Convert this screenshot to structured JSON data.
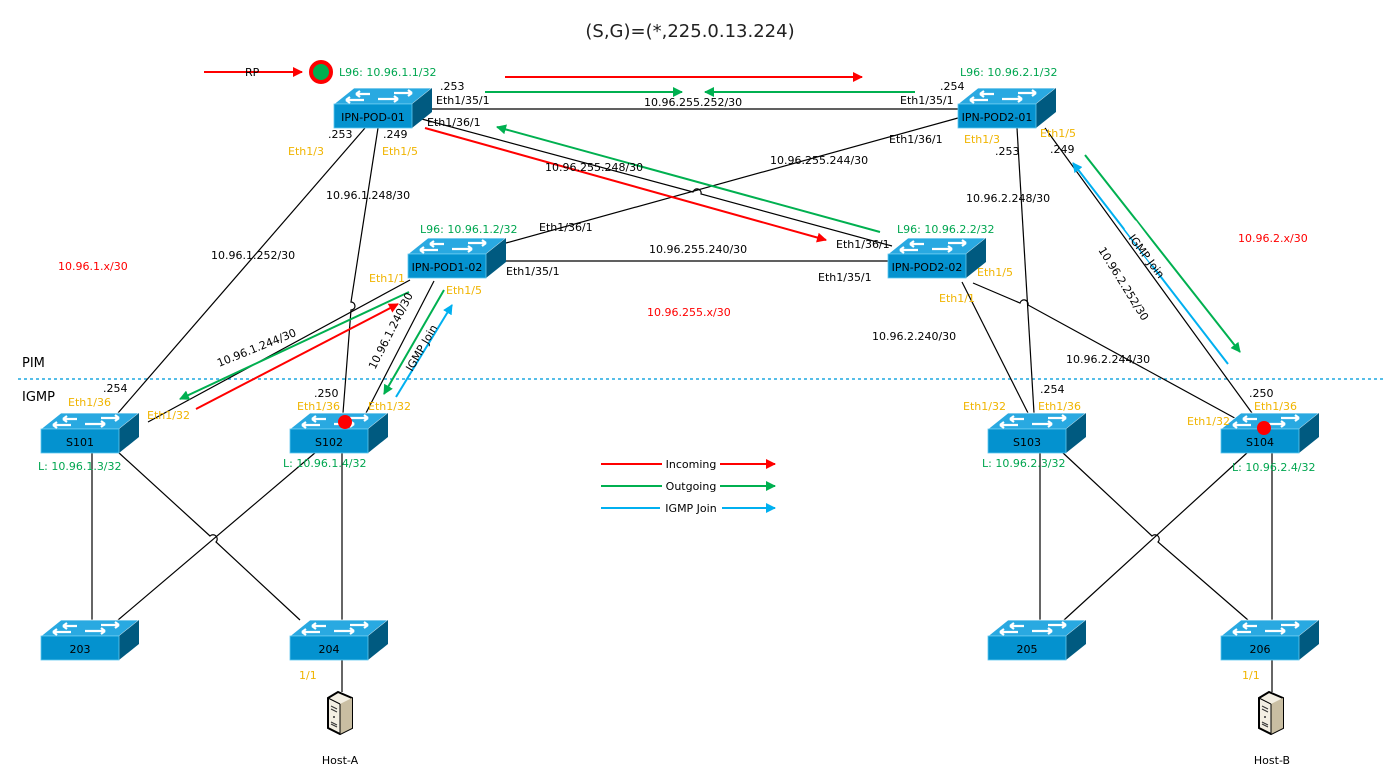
{
  "title": "(S,G)=(*,225.0.13.224)",
  "colors": {
    "incoming": "#ff0000",
    "outgoing": "#00b050",
    "igmp_join": "#00b0f0",
    "interface_label": "#f0b400",
    "loopback_label": "#00a650",
    "subnet_group_label": "#ff0000",
    "switch_body": "#1a9fd9"
  },
  "rp": {
    "label": "RP",
    "loopback": "L96: 10.96.1.1/32"
  },
  "zones": {
    "pim": "PIM",
    "igmp": "IGMP"
  },
  "switches": {
    "ipn_pod_01": {
      "name": "IPN-POD-01",
      "loopback": "L96: 10.96.1.1/32"
    },
    "ipn_pod2_01": {
      "name": "IPN-POD2-01",
      "loopback": "L96: 10.96.2.1/32"
    },
    "ipn_pod1_02": {
      "name": "IPN-POD1-02",
      "loopback": "L96: 10.96.1.2/32"
    },
    "ipn_pod2_02": {
      "name": "IPN-POD2-02",
      "loopback": "L96: 10.96.2.2/32"
    },
    "s101": {
      "name": "S101",
      "loopback": "L: 10.96.1.3/32"
    },
    "s102": {
      "name": "S102",
      "loopback": "L: 10.96.1.4/32"
    },
    "s103": {
      "name": "S103",
      "loopback": "L: 10.96.2.3/32"
    },
    "s104": {
      "name": "S104",
      "loopback": "L: 10.96.2.4/32"
    },
    "sw203": {
      "name": "203"
    },
    "sw204": {
      "name": "204"
    },
    "sw205": {
      "name": "205"
    },
    "sw206": {
      "name": "206"
    }
  },
  "hosts": {
    "host_a": {
      "name": "Host-A",
      "port": "1/1"
    },
    "host_b": {
      "name": "Host-B",
      "port": "1/1"
    }
  },
  "subnet_groups": {
    "pod1": "10.96.1.x/30",
    "pod2": "10.96.2.x/30",
    "interpod": "10.96.255.x/30"
  },
  "links": {
    "l_255_252": {
      "subnet": "10.96.255.252/30",
      "a_port": "Eth1/35/1",
      "a_ip": ".253",
      "b_port": "Eth1/35/1",
      "b_ip": ".254"
    },
    "l_255_248": {
      "subnet": "10.96.255.248/30",
      "a_port": "Eth1/36/1",
      "b_port": "Eth1/36/1"
    },
    "l_255_244": {
      "subnet": "10.96.255.244/30",
      "a_port": "Eth1/36/1",
      "b_port": "Eth1/36/1"
    },
    "l_255_240": {
      "subnet": "10.96.255.240/30",
      "a_port": "Eth1/35/1",
      "b_port": "Eth1/35/1"
    },
    "l_1_252": {
      "subnet": "10.96.1.252/30",
      "a_port": "Eth1/3",
      "a_ip": ".253",
      "b_port": "Eth1/36",
      "b_ip": ".254"
    },
    "l_1_248": {
      "subnet": "10.96.1.248/30",
      "a_port": "Eth1/5",
      "a_ip": ".249",
      "b_port": "Eth1/36",
      "b_ip": ".250"
    },
    "l_1_244": {
      "subnet": "10.96.1.244/30",
      "a_port": "Eth1/1",
      "b_port": "Eth1/32"
    },
    "l_1_240": {
      "subnet": "10.96.1.240/30",
      "a_port": "Eth1/5",
      "b_port": "Eth1/32"
    },
    "l_2_252": {
      "subnet": "10.96.2.252/30",
      "a_port": "Eth1/5",
      "a_ip": ".249",
      "b_port": "Eth1/36",
      "b_ip": ".250"
    },
    "l_2_248": {
      "subnet": "10.96.2.248/30",
      "a_port": "Eth1/3",
      "a_ip": ".253",
      "b_port": "Eth1/36",
      "b_ip": ".254"
    },
    "l_2_244": {
      "subnet": "10.96.2.244/30",
      "a_port": "Eth1/5",
      "b_port": "Eth1/32"
    },
    "l_2_240": {
      "subnet": "10.96.2.240/30",
      "a_port": "Eth1/1",
      "b_port": "Eth1/32"
    }
  },
  "flow_labels": {
    "igmp_join": "IGMP Join"
  },
  "legend": [
    {
      "label": "Incoming",
      "color": "#ff0000"
    },
    {
      "label": "Outgoing",
      "color": "#00b050"
    },
    {
      "label": "IGMP Join",
      "color": "#00b0f0"
    }
  ]
}
